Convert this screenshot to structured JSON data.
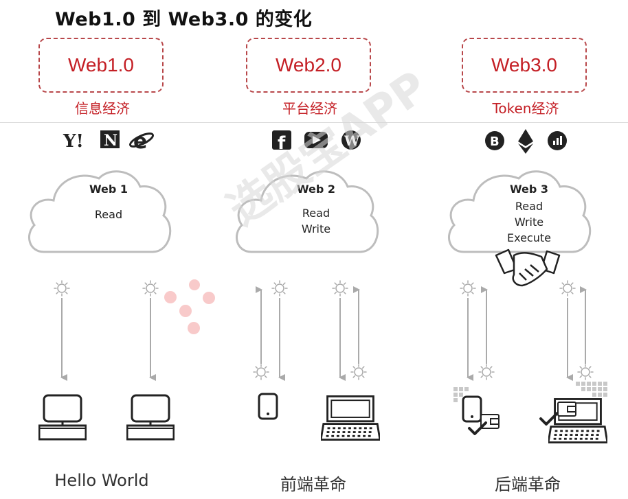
{
  "title": "Web1.0 到 Web3.0 的变化",
  "eras": [
    {
      "label": "Web1.0",
      "economy": "信息经济",
      "cloud_title": "Web 1",
      "cloud_lines": [
        "Read"
      ],
      "bottom": "Hello World",
      "icons": [
        "yahoo-icon",
        "netscape-icon",
        "internet-explorer-icon"
      ]
    },
    {
      "label": "Web2.0",
      "economy": "平台经济",
      "cloud_title": "Web 2",
      "cloud_lines": [
        "Read",
        "Write"
      ],
      "bottom": "前端革命",
      "icons": [
        "facebook-icon",
        "youtube-icon",
        "wordpress-icon"
      ]
    },
    {
      "label": "Web3.0",
      "economy": "Token经济",
      "cloud_title": "Web 3",
      "cloud_lines": [
        "Read",
        "Write",
        "Execute"
      ],
      "bottom": "后端革命",
      "icons": [
        "bitcoin-icon",
        "ethereum-icon",
        "chart-coin-icon"
      ]
    }
  ],
  "icon_glyphs": {
    "yahoo": "Y!",
    "netscape": "N",
    "ie": "e",
    "facebook": "f",
    "wordpress": "W",
    "bitcoin": "B"
  },
  "watermark": "选股宝APP",
  "colors": {
    "accent": "#c41f25",
    "line": "#aaaaaa",
    "dark": "#222222"
  }
}
